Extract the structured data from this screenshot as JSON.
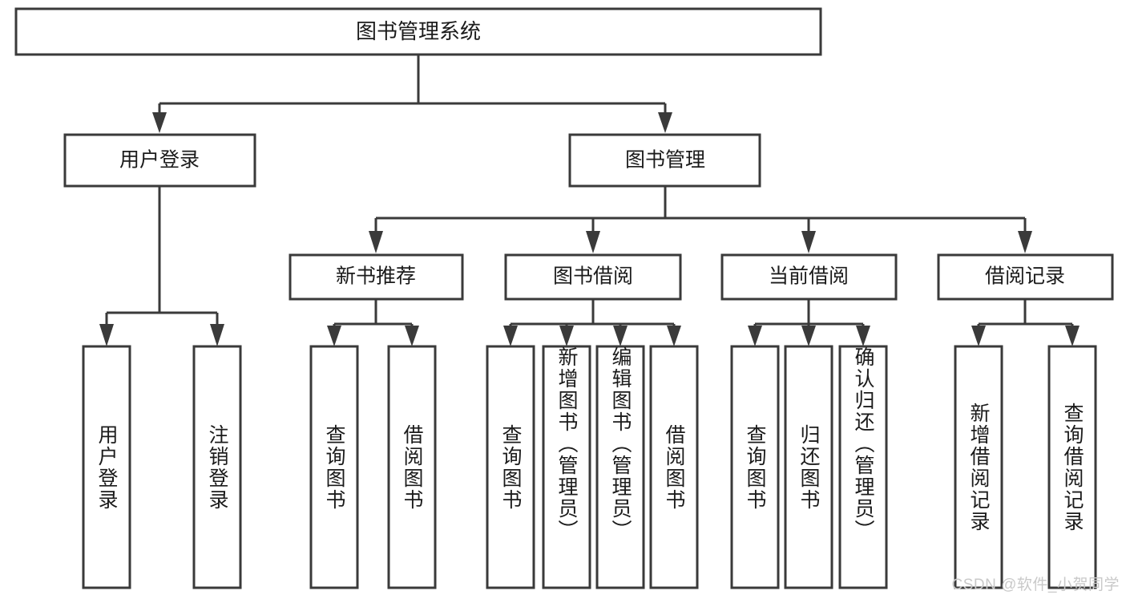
{
  "diagram": {
    "type": "tree-hierarchy-chart",
    "title": "图书管理系统",
    "theme": {
      "background": "#ffffff",
      "box_fill": "#ffffff",
      "box_stroke": "#3a3a3a",
      "text_color": "#1b1b1b",
      "watermark_color": "#c9c9c9"
    },
    "root": {
      "id": "root",
      "label": "图书管理系统"
    },
    "level2": [
      {
        "id": "user-login",
        "label": "用户登录"
      },
      {
        "id": "book-management",
        "label": "图书管理"
      }
    ],
    "level3": [
      {
        "id": "new-book-recommend",
        "label": "新书推荐",
        "parent": "book-management"
      },
      {
        "id": "book-borrow",
        "label": "图书借阅",
        "parent": "book-management"
      },
      {
        "id": "current-borrow",
        "label": "当前借阅",
        "parent": "book-management"
      },
      {
        "id": "borrow-record",
        "label": "借阅记录",
        "parent": "book-management"
      }
    ],
    "leaves": [
      {
        "id": "leaf-user-login",
        "label": "用户登录",
        "parent": "user-login"
      },
      {
        "id": "leaf-logout-login",
        "label": "注销登录",
        "parent": "user-login"
      },
      {
        "id": "leaf-query-book-1",
        "label": "查询图书",
        "parent": "new-book-recommend"
      },
      {
        "id": "leaf-borrow-book-1",
        "label": "借阅图书",
        "parent": "new-book-recommend"
      },
      {
        "id": "leaf-query-book-2",
        "label": "查询图书",
        "parent": "book-borrow"
      },
      {
        "id": "leaf-add-book",
        "label": "新增图书（管理员）",
        "parent": "book-borrow"
      },
      {
        "id": "leaf-edit-book",
        "label": "编辑图书（管理员）",
        "parent": "book-borrow"
      },
      {
        "id": "leaf-borrow-book-2",
        "label": "借阅图书",
        "parent": "book-borrow"
      },
      {
        "id": "leaf-query-book-3",
        "label": "查询图书",
        "parent": "current-borrow"
      },
      {
        "id": "leaf-return-book",
        "label": "归还图书",
        "parent": "current-borrow"
      },
      {
        "id": "leaf-confirm-return",
        "label": "确认归还（管理员）",
        "parent": "current-borrow"
      },
      {
        "id": "leaf-add-record",
        "label": "新增借阅记录",
        "parent": "borrow-record"
      },
      {
        "id": "leaf-query-record",
        "label": "查询借阅记录",
        "parent": "borrow-record"
      }
    ],
    "watermark": "CSDN @软件_小贺同学"
  }
}
